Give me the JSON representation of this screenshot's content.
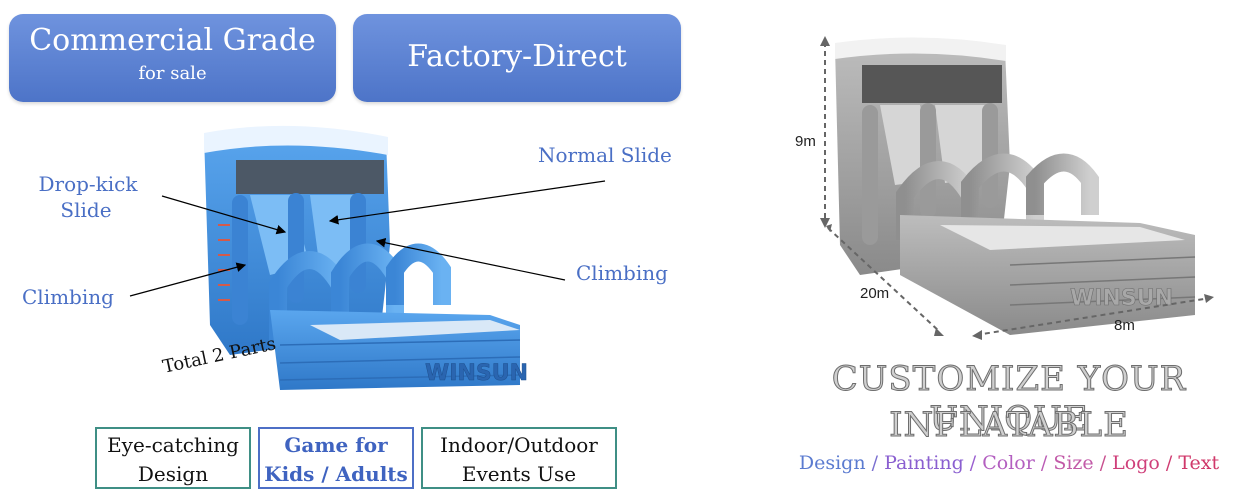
{
  "banners": {
    "commercial": {
      "title": "Commercial Grade",
      "sub": "for sale"
    },
    "factory": {
      "title": "Factory-Direct"
    }
  },
  "callouts": {
    "dropkick_line1": "Drop-kick",
    "dropkick_line2": "Slide",
    "normal": "Normal Slide",
    "climbing_left": "Climbing",
    "climbing_right": "Climbing",
    "parts": "Total 2 Parts"
  },
  "features": [
    {
      "line1": "Eye-catching",
      "line2": "Design"
    },
    {
      "line1": "Game for",
      "line2": "Kids / Adults"
    },
    {
      "line1": "Indoor/Outdoor",
      "line2": "Events Use"
    }
  ],
  "dimensions": {
    "height": "9m",
    "length": "20m",
    "width": "8m"
  },
  "logo": "WINSUN",
  "headline": {
    "line1": "CUSTOMIZE YOUR UNIQUE",
    "line2": "INFLATABLE"
  },
  "custom_options": [
    "Design",
    "Painting",
    "Color",
    "Size",
    "Logo",
    "Text"
  ],
  "separator": " / ",
  "colors": {
    "banner": "#5a80d0",
    "slide_blue": "#3d8fe0",
    "design": "#5b7bd0",
    "painting": "#8a5fd0",
    "color": "#b35fc0",
    "size": "#c25aa8",
    "logo": "#cf3f7a",
    "text": "#d0386a"
  }
}
